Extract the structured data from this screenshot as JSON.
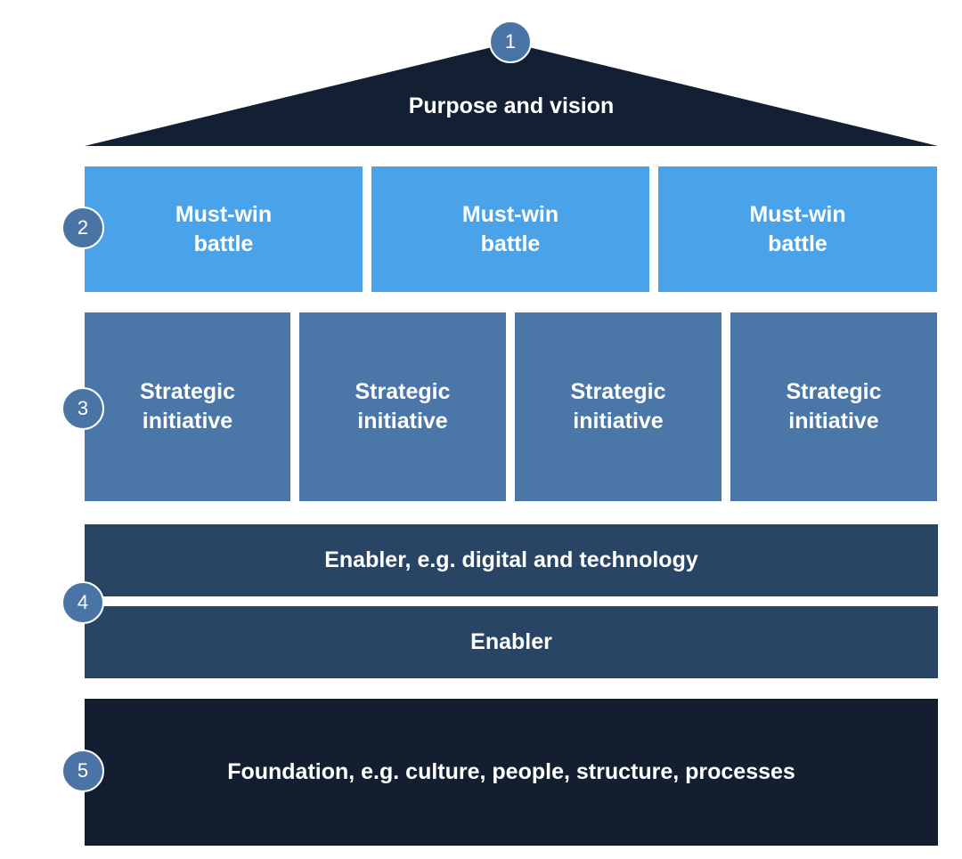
{
  "roof": {
    "label": "Purpose and vision",
    "number": "1"
  },
  "must_win": {
    "number": "2",
    "items": [
      "Must-win battle",
      "Must-win battle",
      "Must-win battle"
    ]
  },
  "strategic": {
    "number": "3",
    "items": [
      "Strategic initiative",
      "Strategic initiative",
      "Strategic initiative",
      "Strategic initiative"
    ]
  },
  "enablers": {
    "number": "4",
    "items": [
      "Enabler, e.g. digital and technology",
      "Enabler"
    ]
  },
  "foundation": {
    "number": "5",
    "label": "Foundation, e.g. culture, people, structure, processes"
  },
  "colors": {
    "roof": "#131f33",
    "must_win": "#4aa3e8",
    "strategic": "#4a77a8",
    "enabler": "#284566",
    "foundation": "#131f30",
    "badge": "#4a74a5"
  }
}
